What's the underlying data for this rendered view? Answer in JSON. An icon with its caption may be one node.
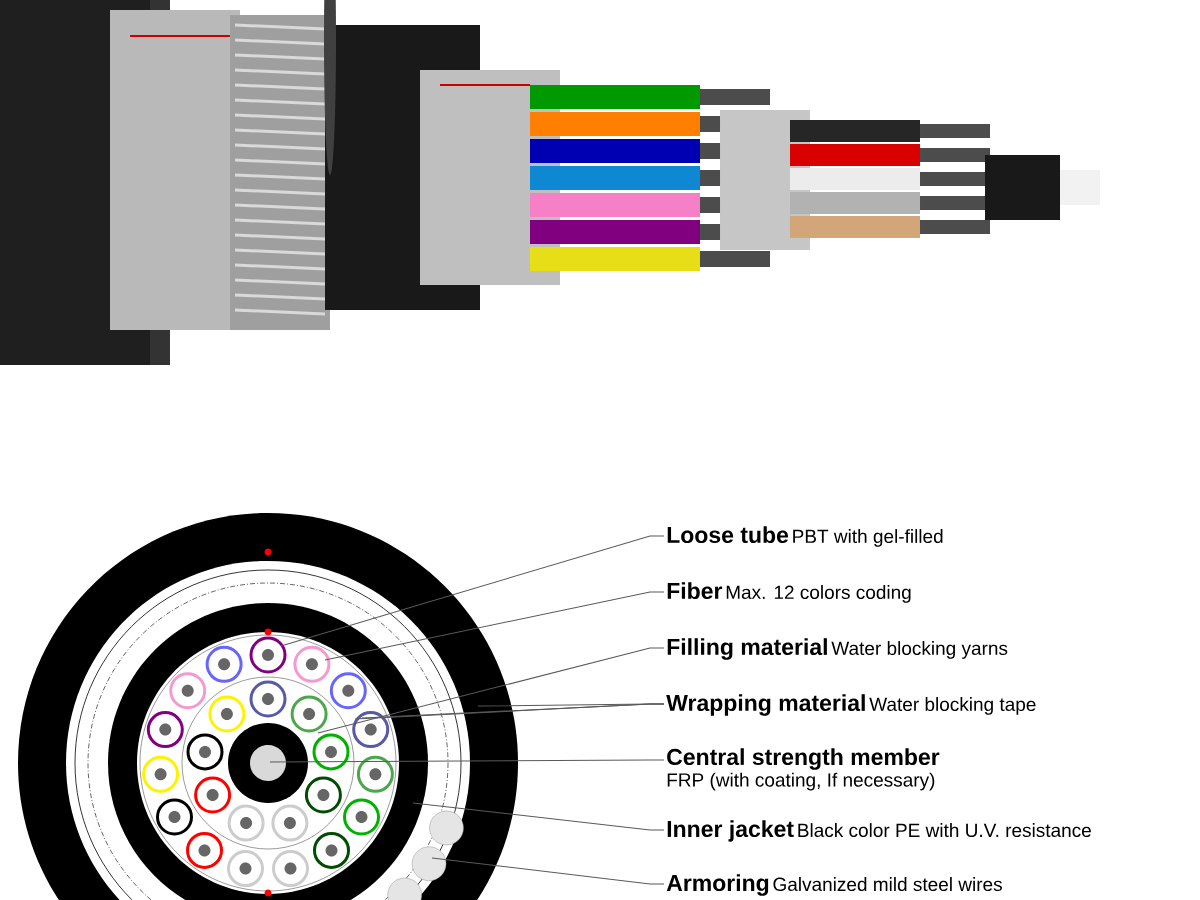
{
  "diagram": {
    "nodes": [
      {
        "text": [
          "Loose tube",
          "PBT with gel-filled"
        ]
      },
      {
        "text": [
          "Fiber",
          "Max. 12 colors coding"
        ]
      },
      {
        "text": [
          "Filling material",
          "Water blocking yarns"
        ]
      },
      {
        "text": [
          "Wrapping material",
          "Water blocking tape"
        ]
      },
      {
        "text": [
          "Central strength member",
          "FRP (with coating, If necessary)"
        ]
      },
      {
        "text": [
          "Inner jacket",
          "Black color PE with U.V. resistance"
        ]
      },
      {
        "text": [
          "Armoring",
          "Galvanized mild steel wires"
        ]
      }
    ],
    "edges": [
      {
        "from": 0,
        "to": null,
        "arrow": "none"
      },
      {
        "from": 1,
        "to": null,
        "arrow": "none"
      },
      {
        "from": 2,
        "to": null,
        "arrow": "none"
      },
      {
        "from": 3,
        "to": null,
        "arrow": "none"
      },
      {
        "from": 3,
        "to": null,
        "arrow": "none"
      },
      {
        "from": 3,
        "to": null,
        "arrow": "none"
      },
      {
        "from": 4,
        "to": null,
        "arrow": "none"
      },
      {
        "from": 5,
        "to": null,
        "arrow": "none"
      },
      {
        "from": 6,
        "to": null,
        "arrow": "none"
      }
    ]
  }
}
